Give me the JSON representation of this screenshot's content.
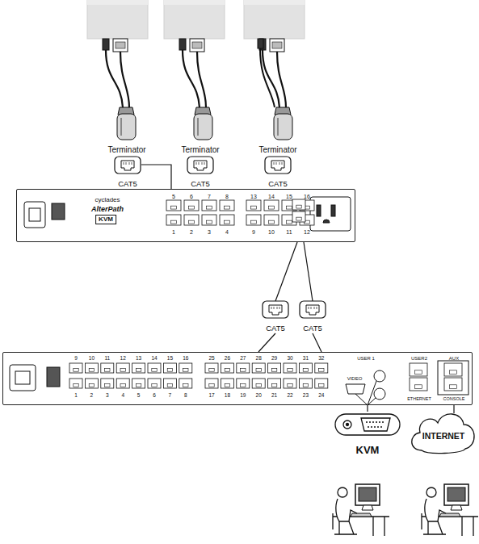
{
  "diagram": {
    "nodes": [
      {
        "text": [
          "CAT5"
        ]
      },
      {
        "text": [
          "CAT5"
        ]
      },
      {
        "text": [
          "CAT5"
        ]
      },
      {
        "text": [
          "cyclades",
          "AlterPath",
          "KVM"
        ]
      },
      {
        "text": [
          "CAT5"
        ]
      },
      {
        "text": [
          "CAT5"
        ]
      },
      {
        "text": [
          "USER 1",
          "VIDEO",
          "USER2",
          "ETHERNET",
          "AUX",
          "CONSOLE"
        ]
      },
      {
        "text": [
          "KVM"
        ]
      },
      {
        "text": [
          "INTERNET"
        ]
      }
    ],
    "edges": [
      {
        "from": 0,
        "to": 3,
        "arrow": "none"
      },
      {
        "from": 3,
        "to": 4,
        "arrow": "none"
      },
      {
        "from": 3,
        "to": 5,
        "arrow": "none"
      },
      {
        "from": 4,
        "to": 6,
        "arrow": "none"
      },
      {
        "from": 5,
        "to": 6,
        "arrow": "none"
      },
      {
        "from": 6,
        "to": 7,
        "arrow": "none"
      },
      {
        "from": 6,
        "to": 8,
        "arrow": "none"
      }
    ],
    "labels": [
      "Terminator",
      "Terminator",
      "Terminator",
      "5",
      "6",
      "7",
      "8",
      "13",
      "14",
      "15",
      "16",
      "1",
      "2",
      "3",
      "4",
      "9",
      "10",
      "11",
      "12",
      "9",
      "10",
      "11",
      "12",
      "13",
      "14",
      "15",
      "16",
      "25",
      "26",
      "27",
      "28",
      "29",
      "30",
      "31",
      "32",
      "1",
      "2",
      "3",
      "4",
      "5",
      "6",
      "7",
      "8",
      "17",
      "18",
      "19",
      "20",
      "21",
      "22",
      "23",
      "24"
    ]
  }
}
